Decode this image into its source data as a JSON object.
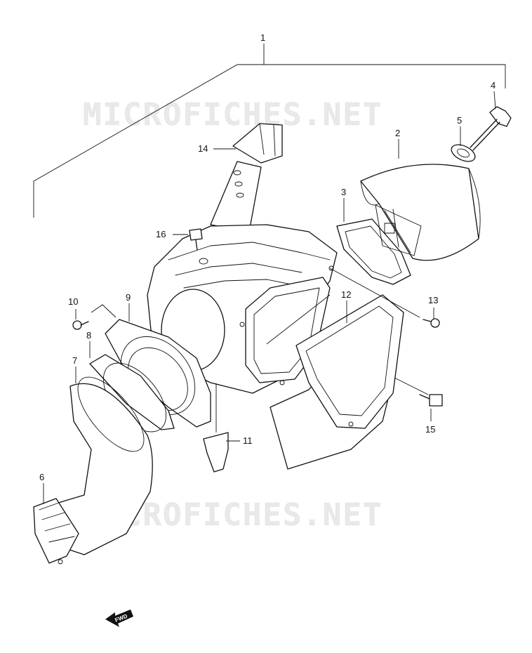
{
  "watermarks": [
    "MICROFICHES.NET",
    "MICROFICHES.NET"
  ],
  "callouts": [
    "1",
    "2",
    "3",
    "4",
    "5",
    "6",
    "7",
    "8",
    "9",
    "10",
    "11",
    "12",
    "13",
    "14",
    "15",
    "16"
  ],
  "fwd_label": "FWD"
}
